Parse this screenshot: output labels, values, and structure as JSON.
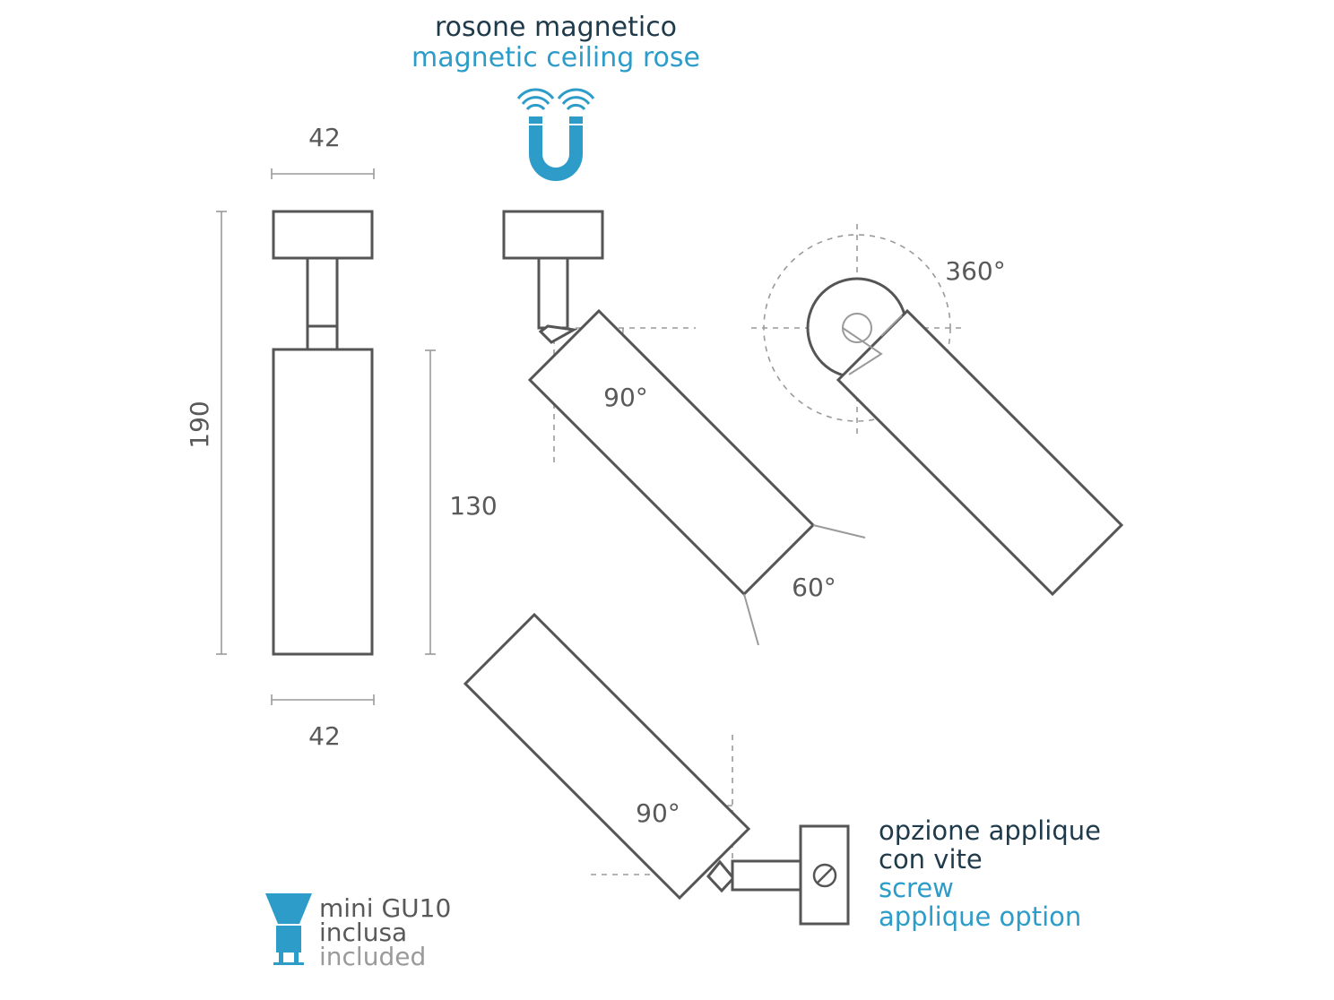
{
  "header": {
    "title_it": "rosone magnetico",
    "title_en": "magnetic ceiling rose"
  },
  "dimensions": {
    "top_width": "42",
    "bottom_width": "42",
    "total_height": "190",
    "body_height": "130"
  },
  "angles": {
    "tilt_top": "90°",
    "beam": "60°",
    "rotation": "360°",
    "tilt_wall": "90°"
  },
  "wall_option": {
    "line1_it": "opzione applique",
    "line2_it": "con vite",
    "line1_en": "screw",
    "line2_en": "applique option"
  },
  "bulb": {
    "line1": "mini GU10",
    "line2": "inclusa",
    "line3": "included"
  },
  "icons": {
    "magnet": "magnet-icon",
    "bulb": "gu10-bulb-icon",
    "screw": "screw-icon"
  },
  "colors": {
    "dark_text": "#1f3a4a",
    "accent_blue": "#2d9cc8",
    "gray_text": "#9a9a9a",
    "outline": "#555555"
  }
}
